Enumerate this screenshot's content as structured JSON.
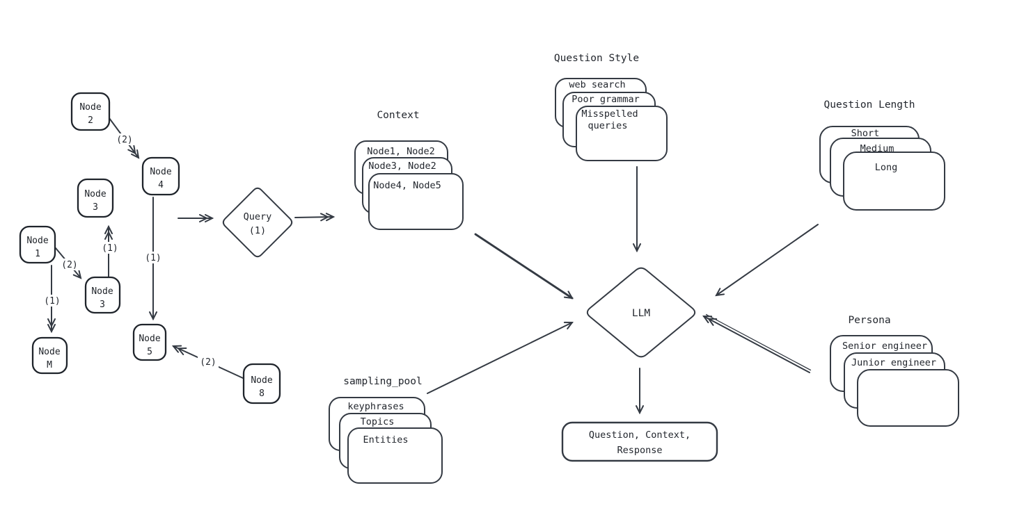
{
  "colors": {
    "ink": "#343a43",
    "node_ink": "#1f242b",
    "background": "#ffffff"
  },
  "graph": {
    "nodes": [
      {
        "id": "node-2",
        "lines": [
          "Node",
          "2"
        ]
      },
      {
        "id": "node-4",
        "lines": [
          "Node",
          "4"
        ]
      },
      {
        "id": "node-3-upper",
        "lines": [
          "Node",
          "3"
        ]
      },
      {
        "id": "node-1",
        "lines": [
          "Node",
          "1"
        ]
      },
      {
        "id": "node-3-lower",
        "lines": [
          "Node",
          "3"
        ]
      },
      {
        "id": "node-m",
        "lines": [
          "Node",
          "M"
        ]
      },
      {
        "id": "node-5",
        "lines": [
          "Node",
          "5"
        ]
      },
      {
        "id": "node-8",
        "lines": [
          "Node",
          "8"
        ]
      }
    ],
    "edge_labels": {
      "n2_to_n4": "(2)",
      "n3lower_to_n3upper": "(1)",
      "n1_to_n3lower": "(2)",
      "n1_to_nm": "(1)",
      "n4_to_n5": "(1)",
      "n8_to_n5": "(2)"
    }
  },
  "query": {
    "lines": [
      "Query",
      "(1)"
    ]
  },
  "llm": {
    "label": "LLM"
  },
  "output": {
    "lines": [
      "Question, Context,",
      "Response"
    ]
  },
  "stacks": {
    "context": {
      "title": "Context",
      "cards": [
        {
          "lines": [
            "Node1, Node2"
          ]
        },
        {
          "lines": [
            "Node3, Node2"
          ]
        },
        {
          "lines": [
            "Node4, Node5"
          ]
        }
      ]
    },
    "question_style": {
      "title": "Question Style",
      "cards": [
        {
          "lines": [
            "web search"
          ]
        },
        {
          "lines": [
            "Poor grammar"
          ]
        },
        {
          "lines": [
            "Misspelled",
            "queries"
          ]
        }
      ]
    },
    "question_length": {
      "title": "Question Length",
      "cards": [
        {
          "lines": [
            "Short"
          ]
        },
        {
          "lines": [
            "Medium"
          ]
        },
        {
          "lines": [
            "Long"
          ]
        }
      ]
    },
    "persona": {
      "title": "Persona",
      "cards": [
        {
          "lines": [
            "Senior engineer"
          ]
        },
        {
          "lines": [
            "Junior engineer"
          ]
        },
        {
          "lines": []
        }
      ]
    },
    "sampling_pool": {
      "title": "sampling_pool",
      "cards": [
        {
          "lines": [
            "keyphrases"
          ]
        },
        {
          "lines": [
            "Topics"
          ]
        },
        {
          "lines": [
            "Entities"
          ]
        }
      ]
    }
  }
}
